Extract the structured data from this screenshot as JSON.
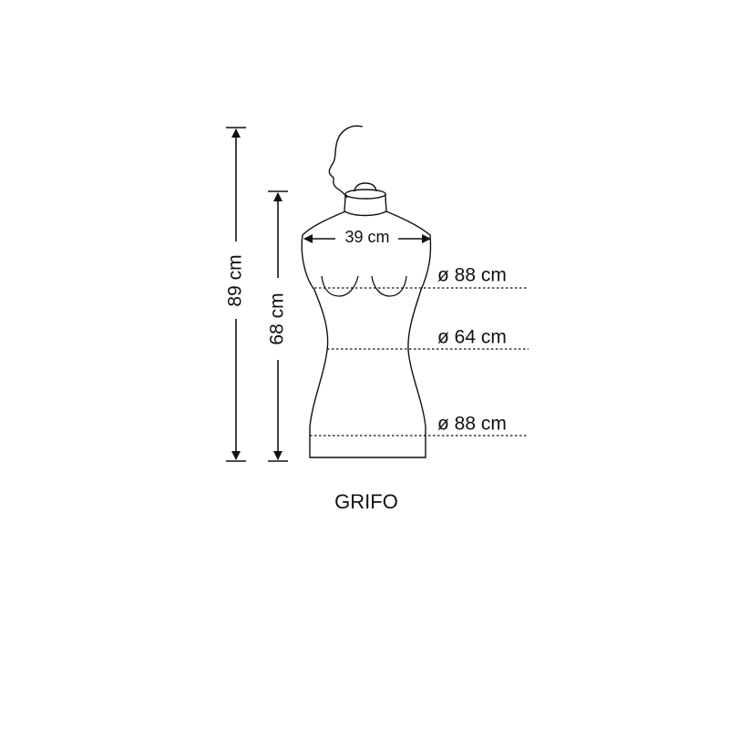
{
  "diagram": {
    "model_name": "GRIFO",
    "dimensions": {
      "total_height": "89 cm",
      "torso_height": "68 cm",
      "shoulder_width": "39 cm",
      "bust": "ø 88 cm",
      "waist": "ø 64 cm",
      "hip": "ø 88 cm"
    }
  },
  "colors": {
    "line": "#111111",
    "background": "#ffffff"
  }
}
